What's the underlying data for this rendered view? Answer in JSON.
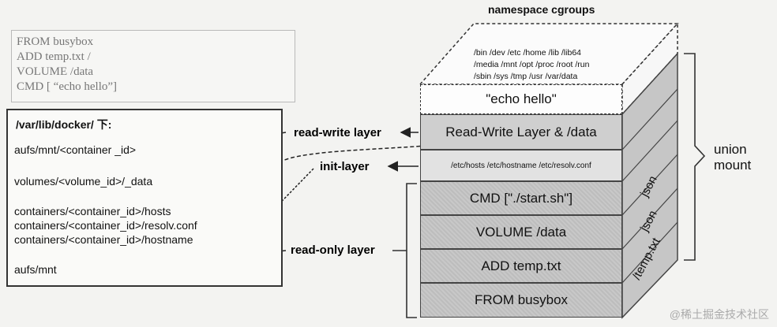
{
  "dockerfile": {
    "lines": [
      "FROM busybox",
      "ADD temp.txt /",
      "VOLUME /data",
      "CMD [ “echo hello”]"
    ]
  },
  "paths": {
    "title": "/var/lib/docker/ 下:",
    "aufs_mnt_container": "aufs/mnt/<container _id>",
    "volume": "volumes/<volume_id>/_data",
    "hosts": "containers/<container_id>/hosts",
    "resolv": "containers/<container_id>/resolv.conf",
    "hostname": "containers/<container_id>/hostname",
    "aufs_mnt": "aufs/mnt"
  },
  "labels": {
    "read_write": "read-write layer",
    "init": "init-layer",
    "read_only": "read-only layer",
    "namespace": "namespace cgroups",
    "union": "union",
    "mount": "mount"
  },
  "stack": {
    "top_dirs": [
      "/bin /dev /etc /home /lib /lib64",
      "/media /mnt /opt /proc /root /run",
      "/sbin /sys /tmp /usr /var/data"
    ],
    "echo": "\"echo hello\"",
    "rw_layer": "Read-Write Layer & /data",
    "init_layer": "/etc/hosts /etc/hostname /etc/resolv.conf",
    "cmd_layer": "CMD [\"./start.sh\"]",
    "volume_layer": "VOLUME /data",
    "add_layer": "ADD temp.txt",
    "from_layer": "FROM busybox",
    "side_json1": "json",
    "side_json2": "json",
    "side_temp": "/temp.txt"
  },
  "watermark": "@稀土掘金技术社区"
}
